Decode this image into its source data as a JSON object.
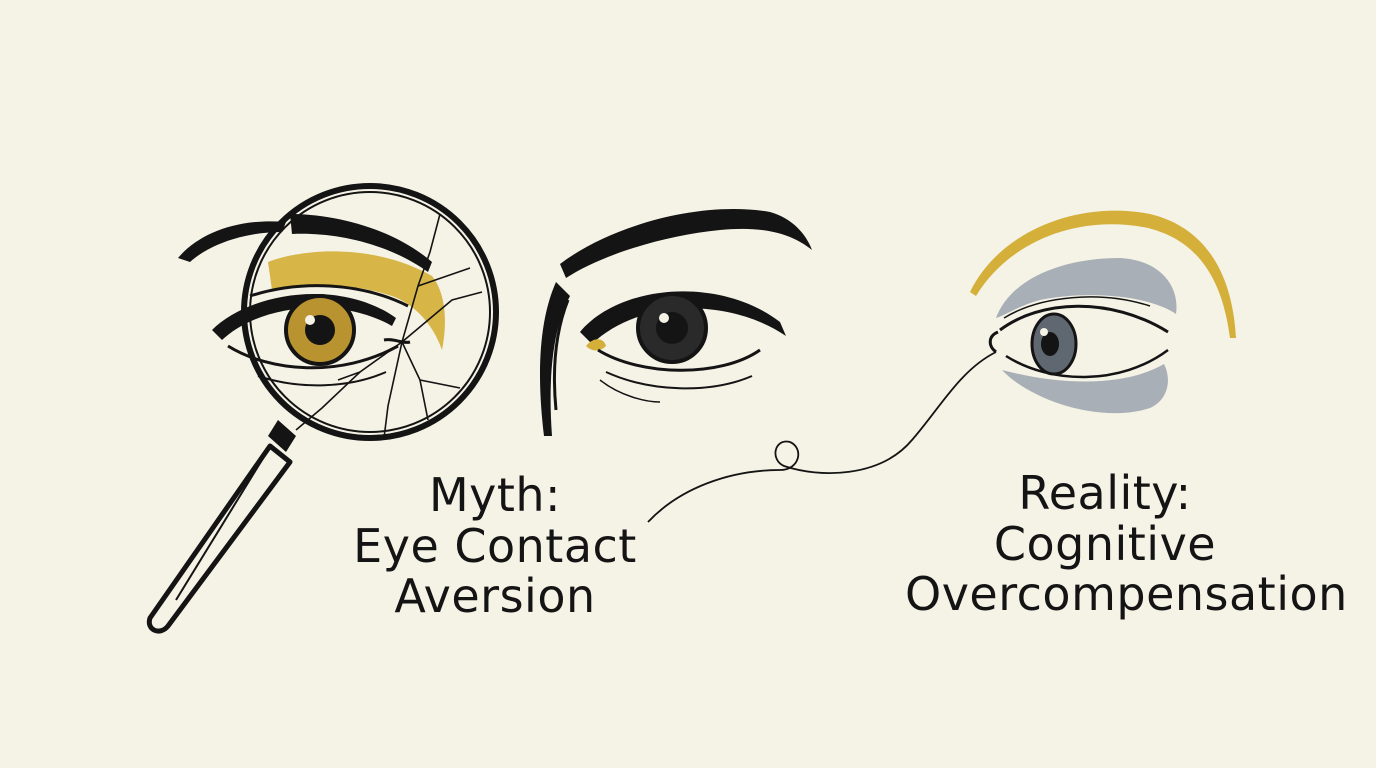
{
  "myth": {
    "heading": "Myth:",
    "line1": "Eye Contact",
    "line2": "Aversion"
  },
  "reality": {
    "heading": "Reality:",
    "line1": "Cognitive",
    "line2": "Overcompensation"
  },
  "colors": {
    "background": "#f5f2e6",
    "ink": "#141414",
    "gold": "#d4b03a",
    "gray_wash": "#9aa3ad"
  },
  "icons": {
    "left": "magnifying-glass-icon",
    "center": "eye-icon",
    "right": "eye-icon"
  }
}
